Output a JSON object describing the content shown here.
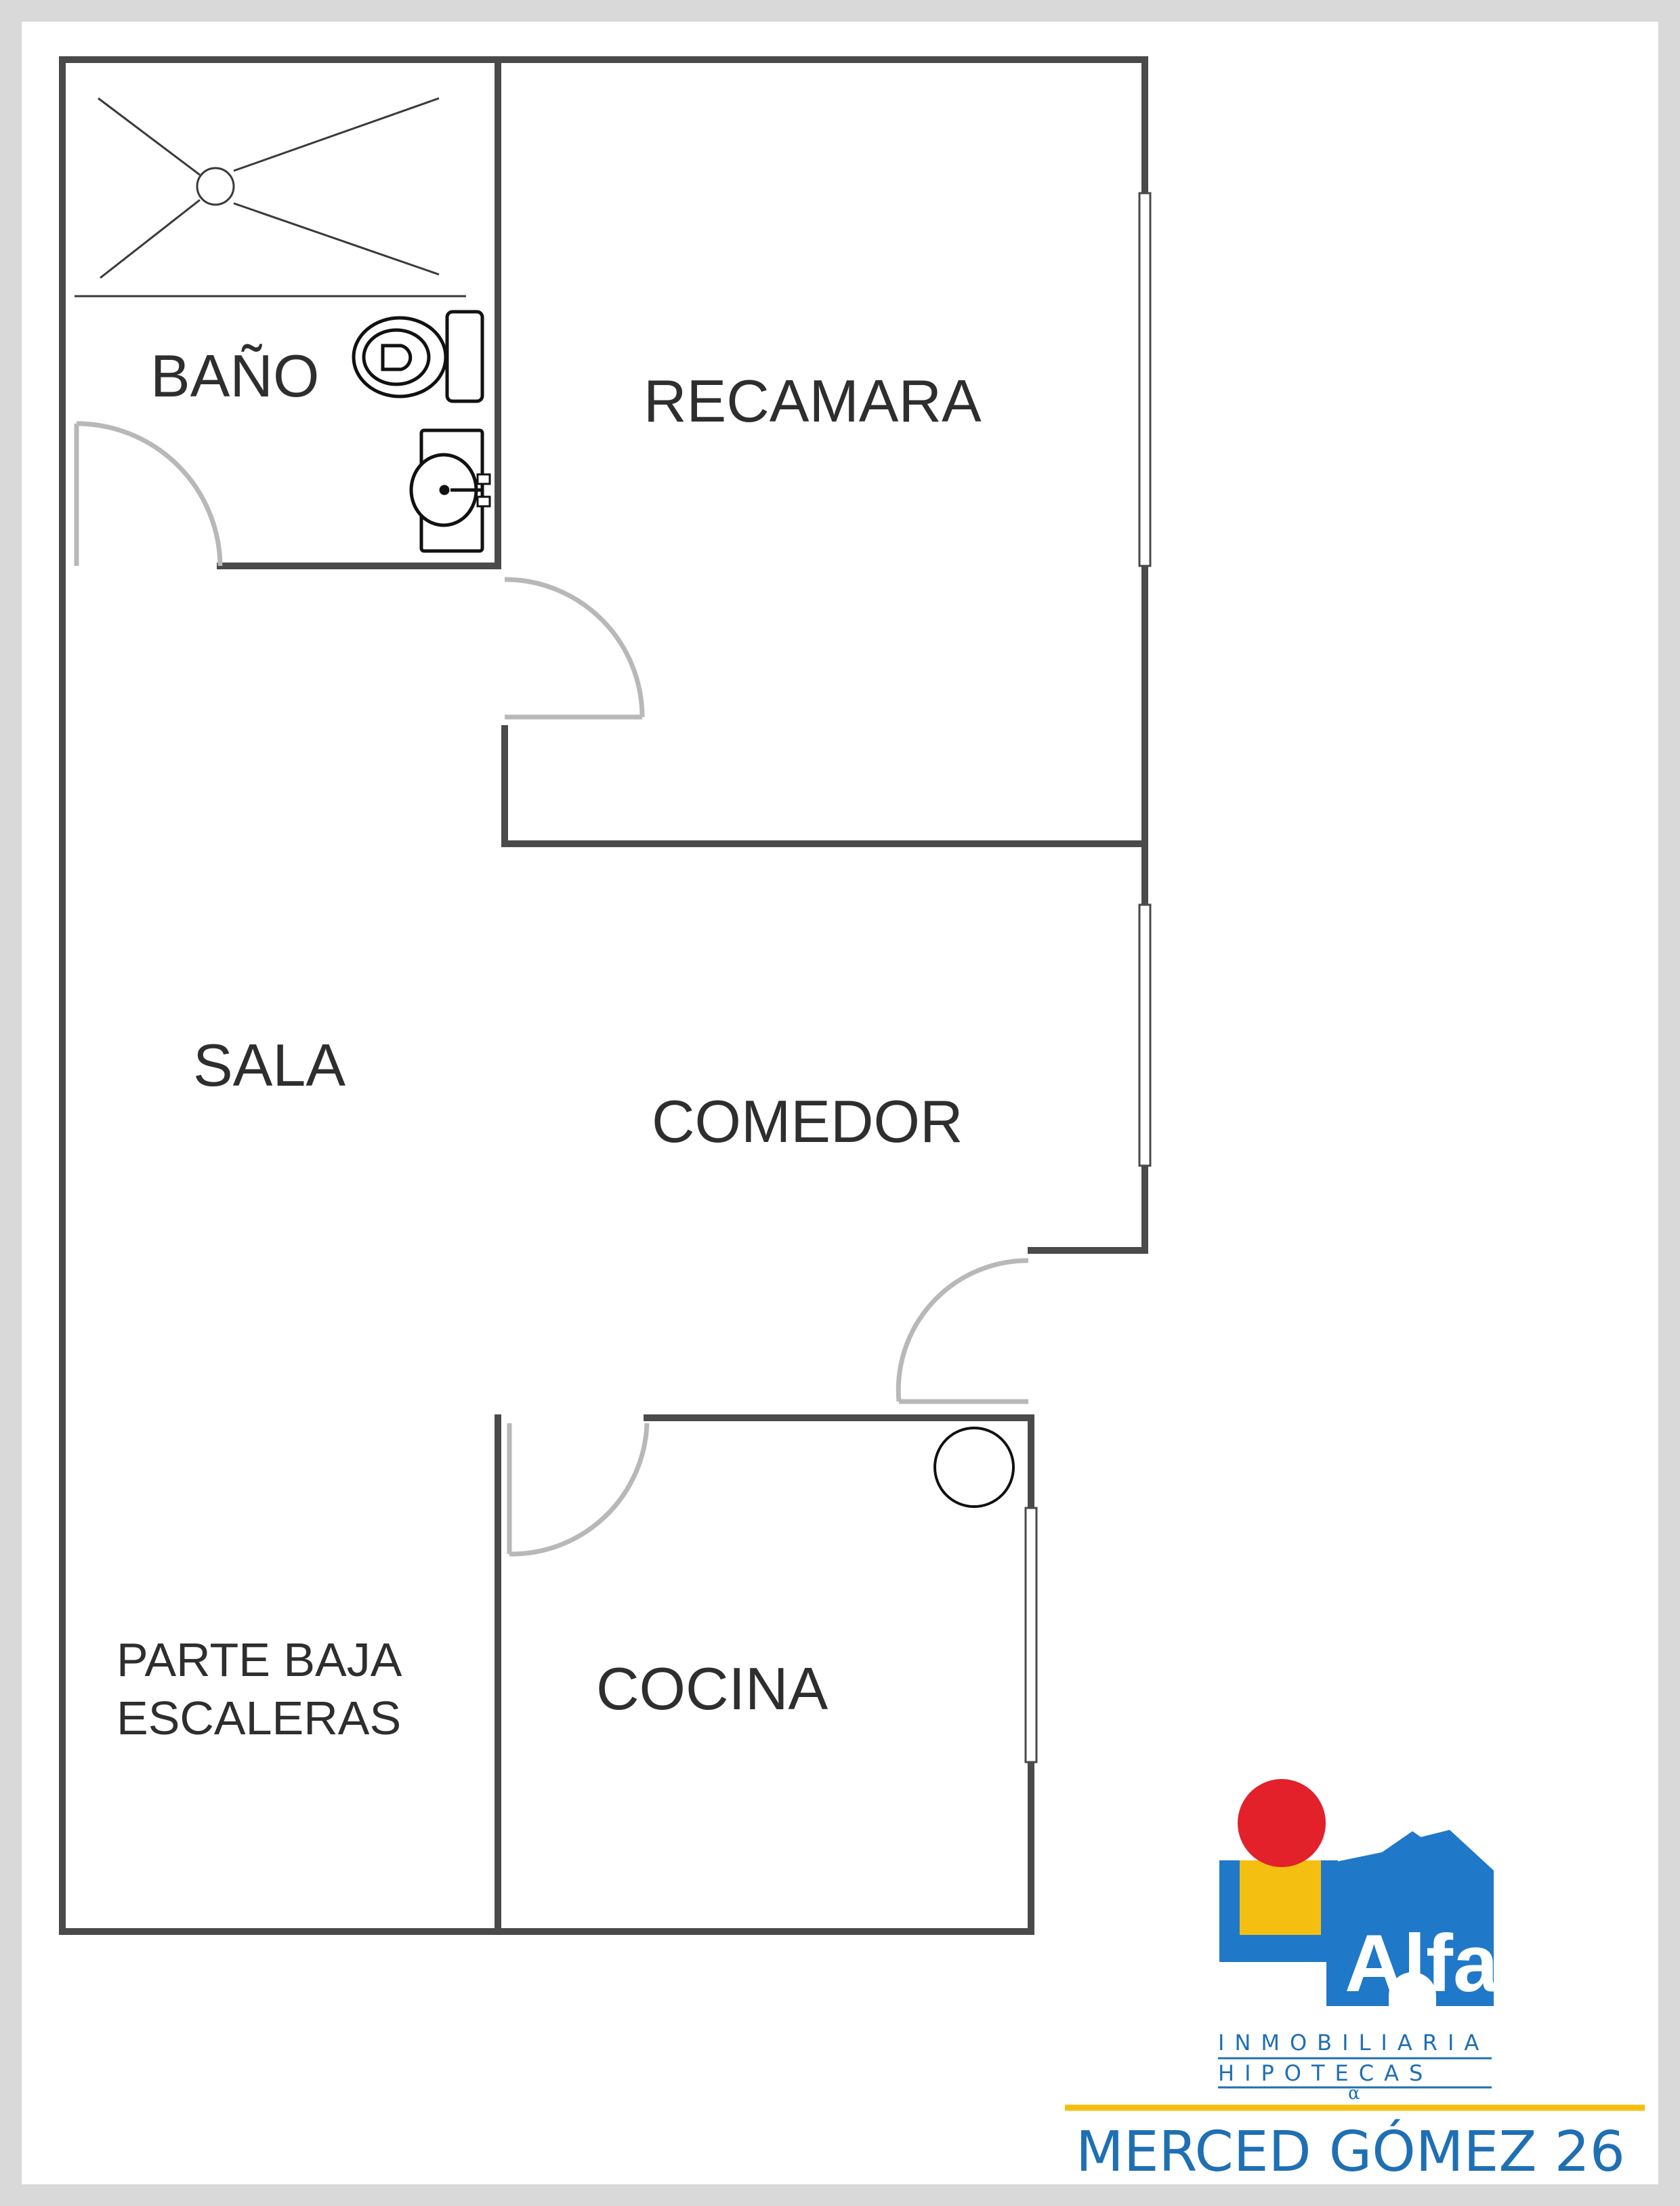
{
  "rooms": {
    "bano": "BAÑO",
    "recamara": "RECAMARA",
    "sala": "SALA",
    "comedor": "COMEDOR",
    "parte_baja_line1": "PARTE BAJA",
    "parte_baja_line2": "ESCALERAS",
    "cocina": "COCINA"
  },
  "logo": {
    "brand": "Alfa",
    "line1": "INMOBILIARIA",
    "line2": "HIPOTECAS",
    "symbol": "α"
  },
  "address": "MERCED GÓMEZ 26",
  "colors": {
    "frame": "#d9d9d9",
    "wall": "#4a4a4a",
    "logo_blue": "#1f78c8",
    "logo_red": "#e2212b",
    "logo_yellow": "#f5bf12",
    "text_blue": "#1f6fb3"
  }
}
